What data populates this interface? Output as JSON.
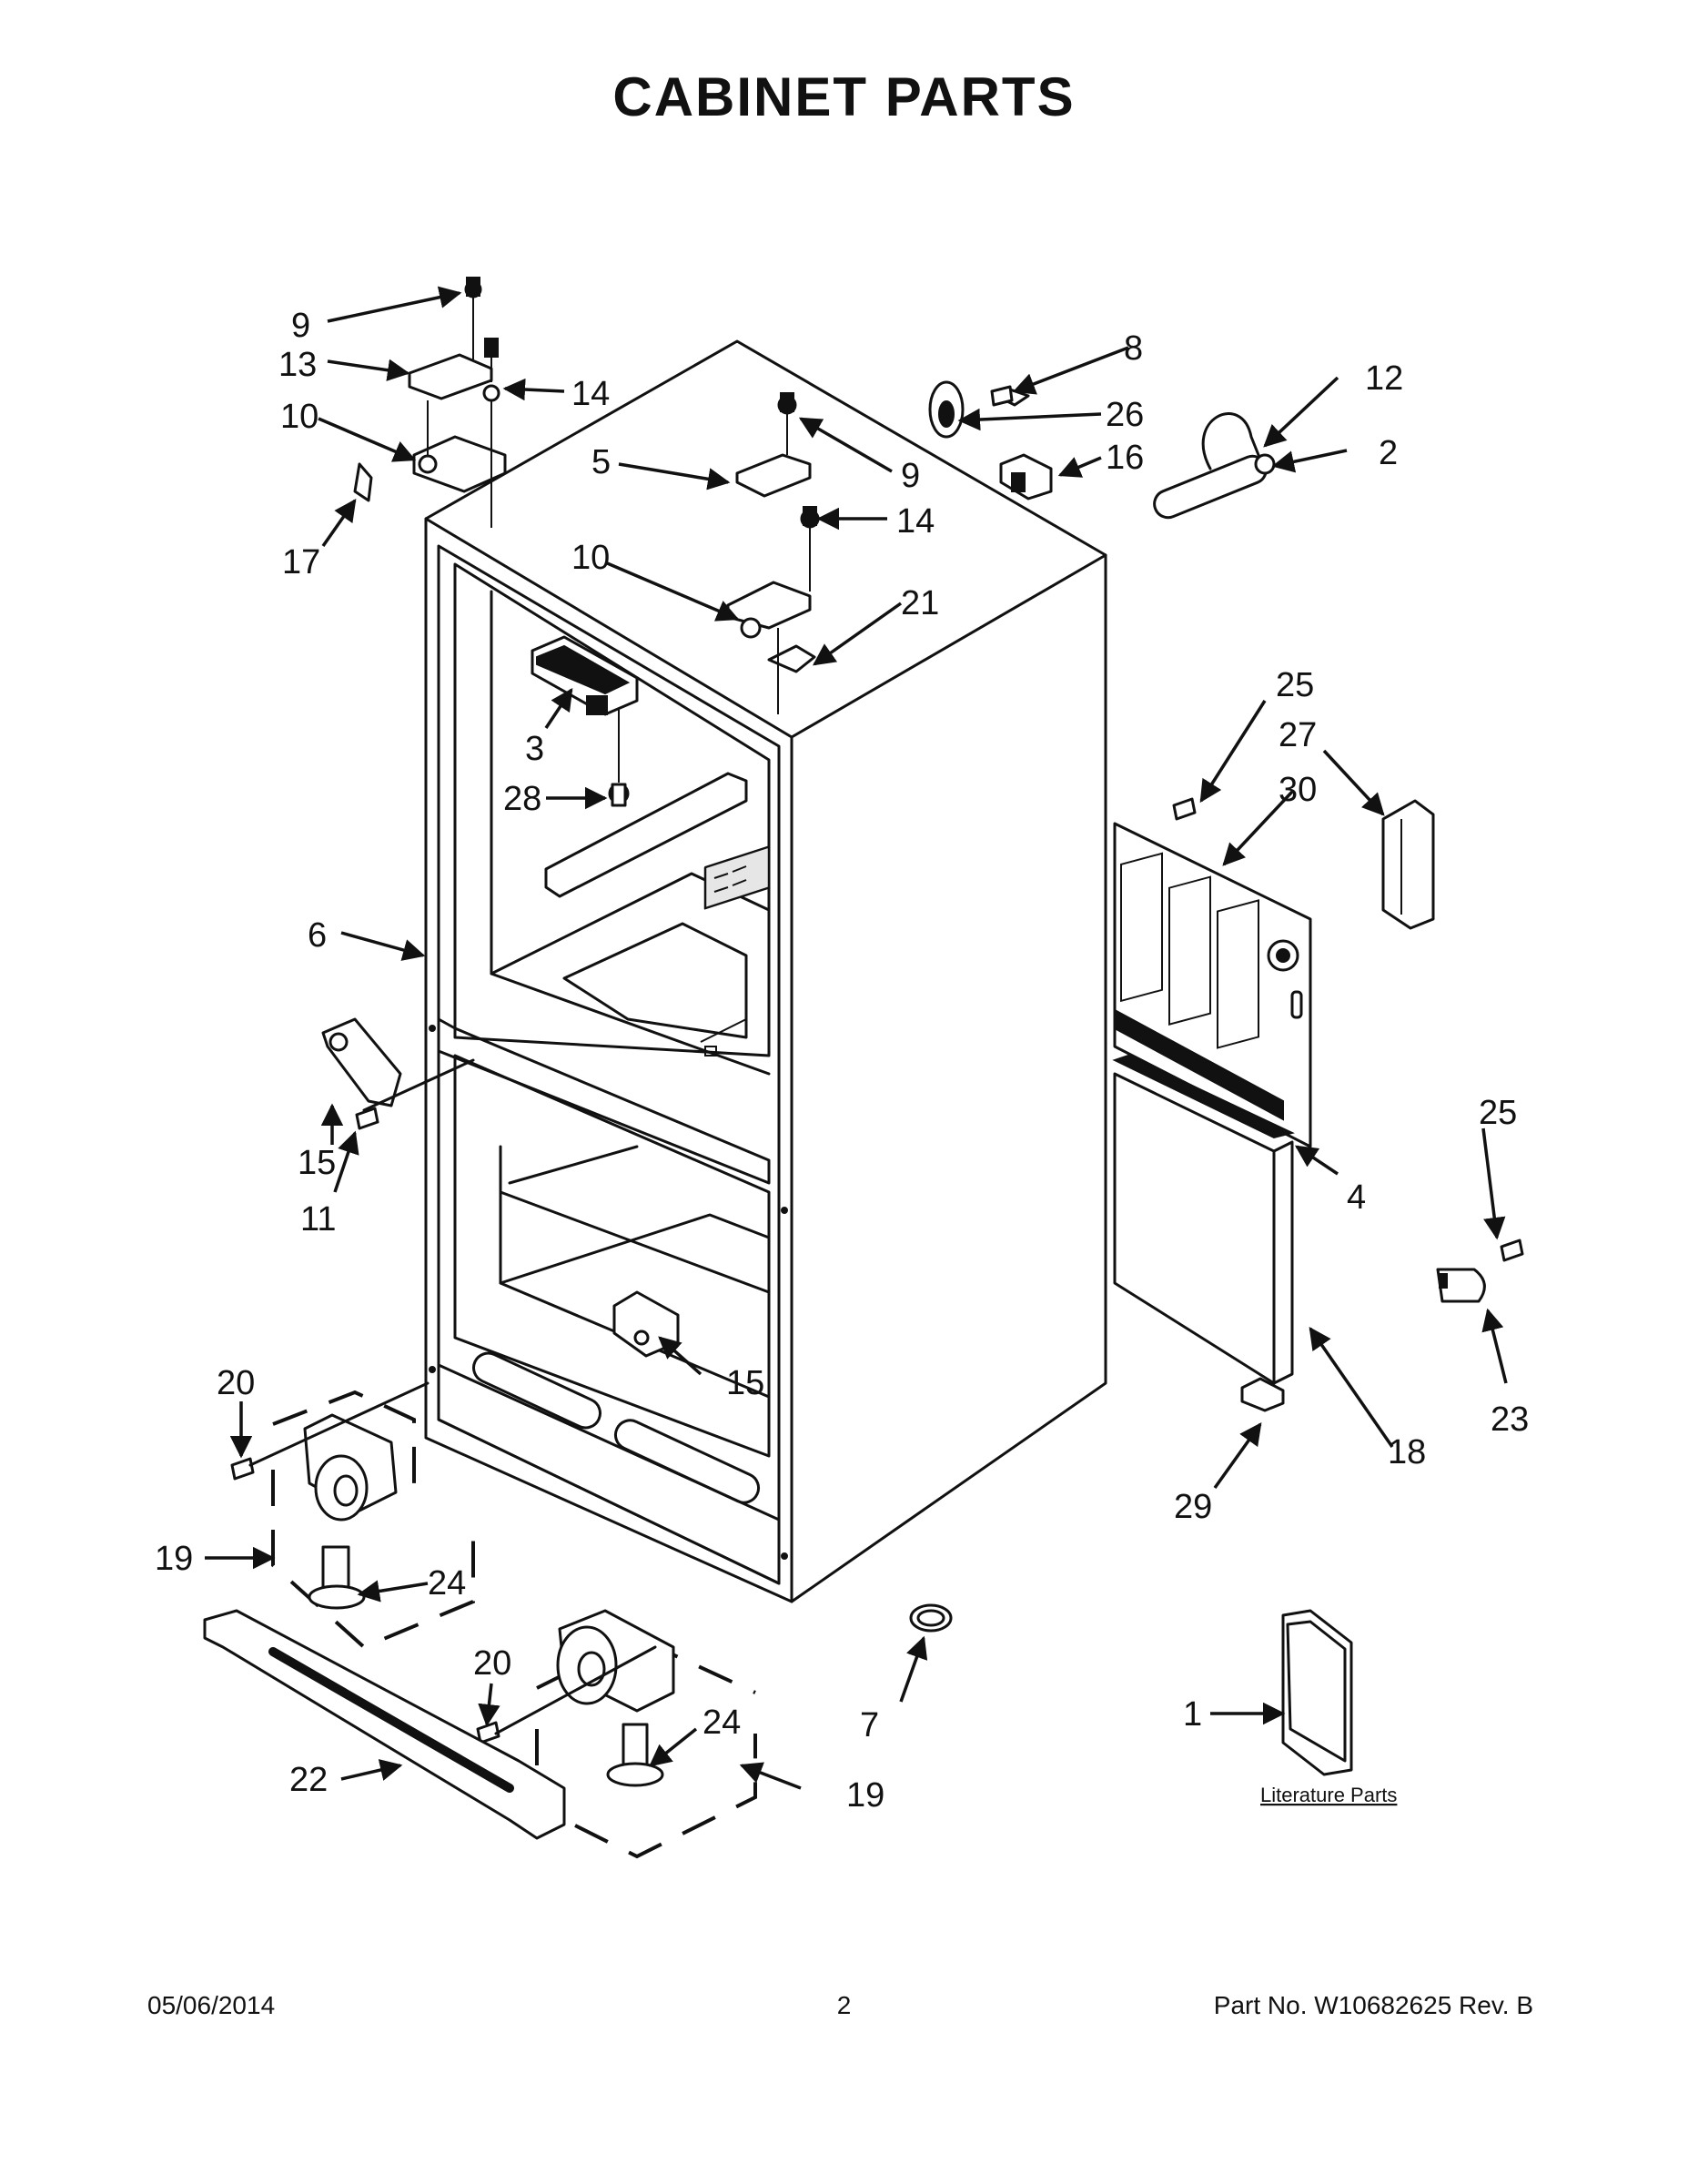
{
  "title": "CABINET PARTS",
  "callouts": {
    "c1": "1",
    "c2": "2",
    "c3": "3",
    "c4": "4",
    "c5": "5",
    "c6": "6",
    "c7": "7",
    "c8": "8",
    "c9a": "9",
    "c9b": "9",
    "c10a": "10",
    "c10b": "10",
    "c11": "11",
    "c12": "12",
    "c13": "13",
    "c14a": "14",
    "c14b": "14",
    "c15a": "15",
    "c15b": "15",
    "c16": "16",
    "c17": "17",
    "c18": "18",
    "c19a": "19",
    "c19b": "19",
    "c20a": "20",
    "c20b": "20",
    "c21": "21",
    "c22": "22",
    "c23": "23",
    "c24a": "24",
    "c24b": "24",
    "c25a": "25",
    "c25b": "25",
    "c26": "26",
    "c27": "27",
    "c28": "28",
    "c29": "29",
    "c30": "30"
  },
  "literature_label": "Literature Parts",
  "footer": {
    "date": "05/06/2014",
    "page": "2",
    "part_number": "Part No.  W10682625  Rev.  B"
  }
}
